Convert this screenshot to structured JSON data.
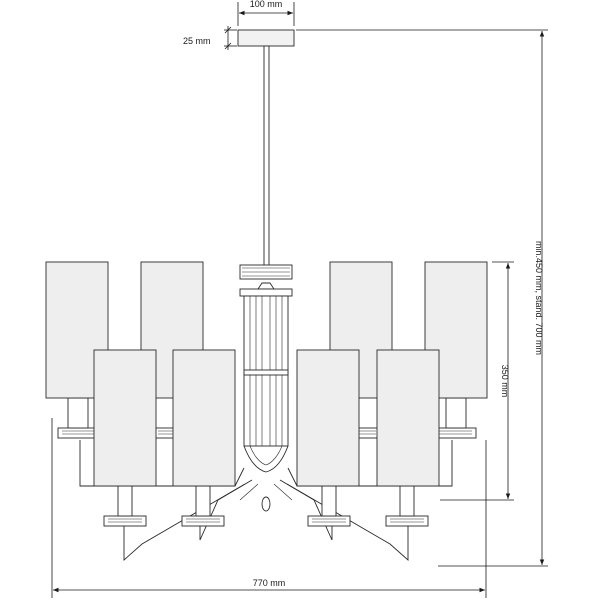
{
  "dimensions": {
    "canopy_width": "100 mm",
    "canopy_height": "25 mm",
    "shade_height": "350 mm",
    "overall_height": "min.450 mm, stand. 700 mm",
    "overall_width": "770 mm"
  },
  "colors": {
    "line": "#2a2a2a",
    "shade_fill": "#eeeeee",
    "dim_line": "#1a1a1a",
    "canopy_fill": "#f2f2f2"
  }
}
